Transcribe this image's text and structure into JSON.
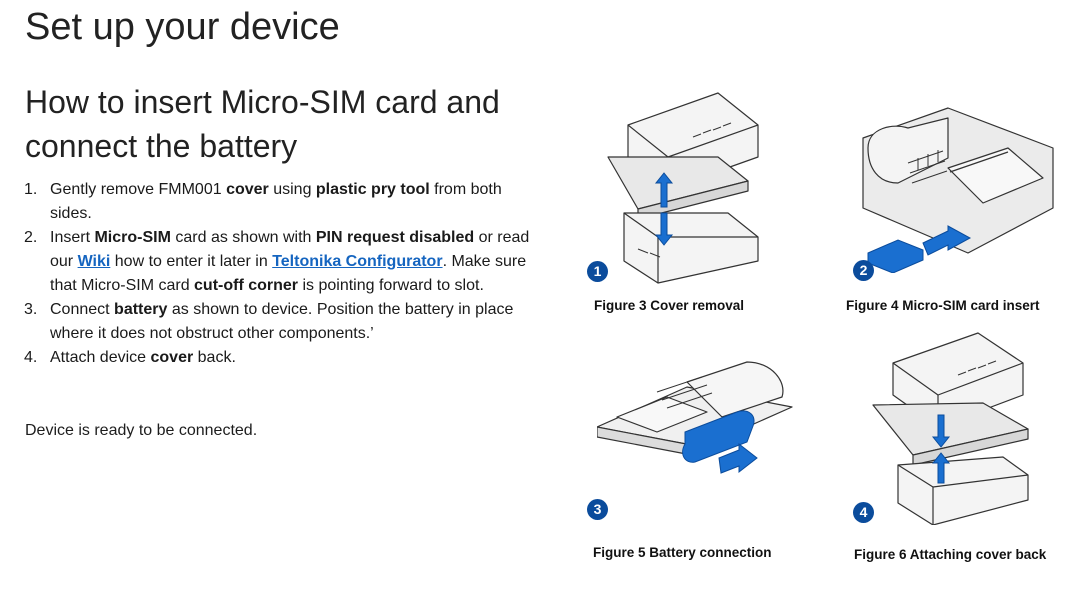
{
  "page_title": "Set up your device",
  "section_title": "How to insert Micro-SIM card and connect the battery",
  "steps": [
    {
      "number": "1.",
      "parts": [
        {
          "t": "Gently remove FMM001 "
        },
        {
          "t": "cover",
          "b": true
        },
        {
          "t": " using "
        },
        {
          "t": "plastic pry tool",
          "b": true
        },
        {
          "t": " from both sides."
        }
      ]
    },
    {
      "number": "2.",
      "parts": [
        {
          "t": "Insert "
        },
        {
          "t": "Micro-SIM",
          "b": true
        },
        {
          "t": " card as shown with "
        },
        {
          "t": "PIN request disabled",
          "b": true
        },
        {
          "t": " or read our "
        },
        {
          "t": "Wiki",
          "link": true,
          "name": "wiki-link"
        },
        {
          "t": " how to enter it later in "
        },
        {
          "t": "Teltonika Configurator",
          "link": true,
          "name": "teltonika-configurator-link"
        },
        {
          "t": ". Make sure that Micro-SIM card "
        },
        {
          "t": "cut-off corner",
          "b": true
        },
        {
          "t": " is pointing forward to slot."
        }
      ]
    },
    {
      "number": "3.",
      "parts": [
        {
          "t": "Connect "
        },
        {
          "t": "battery",
          "b": true
        },
        {
          "t": " as shown to device. Position the battery in place where it does not obstruct other components.’"
        }
      ]
    },
    {
      "number": "4.",
      "parts": [
        {
          "t": "Attach device "
        },
        {
          "t": "cover",
          "b": true
        },
        {
          "t": " back."
        }
      ]
    }
  ],
  "ready_text": "Device is ready to be connected.",
  "figures": [
    {
      "badge": "1",
      "caption": "Figure 3 Cover removal",
      "icon": "cover-removal-illustration"
    },
    {
      "badge": "2",
      "caption": "Figure 4 Micro-SIM card insert",
      "icon": "sim-insert-illustration"
    },
    {
      "badge": "3",
      "caption": "Figure 5 Battery connection",
      "icon": "battery-connection-illustration"
    },
    {
      "badge": "4",
      "caption": "Figure 6 Attaching cover back",
      "icon": "cover-attach-illustration"
    }
  ],
  "colors": {
    "accent_blue": "#1a6fd0",
    "badge_blue": "#0b4c9c",
    "link_blue": "#1565c0"
  }
}
